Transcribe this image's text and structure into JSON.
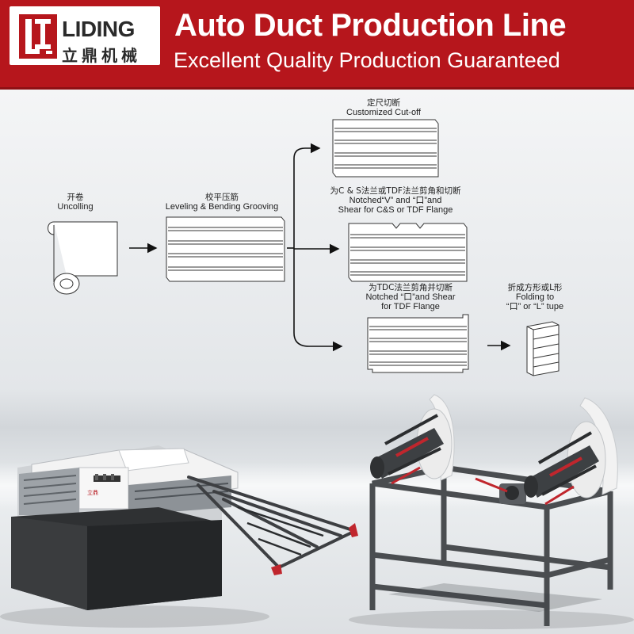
{
  "brand": {
    "name_en": "LIDING",
    "name_cn": "立鼎机械"
  },
  "banner": {
    "title": "Auto Duct Production Line",
    "subtitle": "Excellent Quality Production Guaranteed",
    "background_color": "#b6161c"
  },
  "process": {
    "uncoiling": {
      "cn": "开卷",
      "en": "Uncolling"
    },
    "leveling": {
      "cn": "校平压筋",
      "en": "Leveling & Bending Grooving"
    },
    "cutoff": {
      "cn": "定尺切断",
      "en": "Customized Cut-off"
    },
    "notched_cs": {
      "cn": "为C & S法兰或TDF法兰剪角和切断",
      "en_line1": "Notched“V” and “口”and",
      "en_line2": "Shear for C&S or TDF Flange"
    },
    "notched_tdf": {
      "cn": "为TDC法兰剪角并切断",
      "en_line1": "Notched “口”and Shear",
      "en_line2": "for TDF Flange"
    },
    "folding": {
      "cn": "折成方形或L形",
      "en_line1": "Folding to",
      "en_line2": "“口” or “L” tupe"
    }
  },
  "machine_badge": "立鼎"
}
